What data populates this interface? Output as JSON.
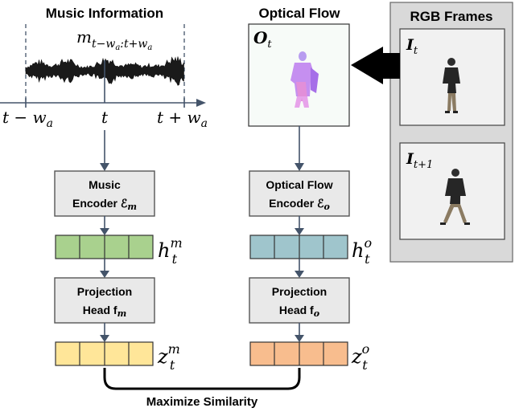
{
  "music": {
    "title": "Music Information",
    "window_label": "m",
    "window_label_sub": "t−w",
    "window_label_sub2": "a",
    "window_label_sub3": ":t+w",
    "window_label_sub4": "a",
    "axis_left": "t − w",
    "axis_left_sub": "a",
    "axis_mid": "t",
    "axis_right": "t + w",
    "axis_right_sub": "a",
    "encoder_line1": "Music",
    "encoder_line2": "Encoder ℰ",
    "encoder_sub": "m",
    "embedding_label": "h",
    "embedding_sub": "t",
    "embedding_sup": "m",
    "head_line1": "Projection",
    "head_line2": "Head f",
    "head_sub": "m",
    "proj_label": "z",
    "proj_sub": "t",
    "proj_sup": "m",
    "green": "#a9d18e",
    "yellow": "#ffe699"
  },
  "flow": {
    "title": "Optical Flow",
    "image_label": "O",
    "image_sub": "t",
    "encoder_line1": "Optical Flow",
    "encoder_line2": "Encoder ℰ",
    "encoder_sub": "o",
    "embedding_label": "h",
    "embedding_sub": "t",
    "embedding_sup": "o",
    "head_line1": "Projection",
    "head_line2": "Head f",
    "head_sub": "o",
    "proj_label": "z",
    "proj_sub": "t",
    "proj_sup": "o",
    "teal": "#9fc5cc",
    "orange": "#f8bd8e"
  },
  "rgb": {
    "title": "RGB Frames",
    "frame1_label": "I",
    "frame1_sub": "t",
    "frame2_label": "I",
    "frame2_sub": "t+1",
    "panel_color": "#d9d9d9"
  },
  "bottom": {
    "label": "Maximize Similarity"
  }
}
